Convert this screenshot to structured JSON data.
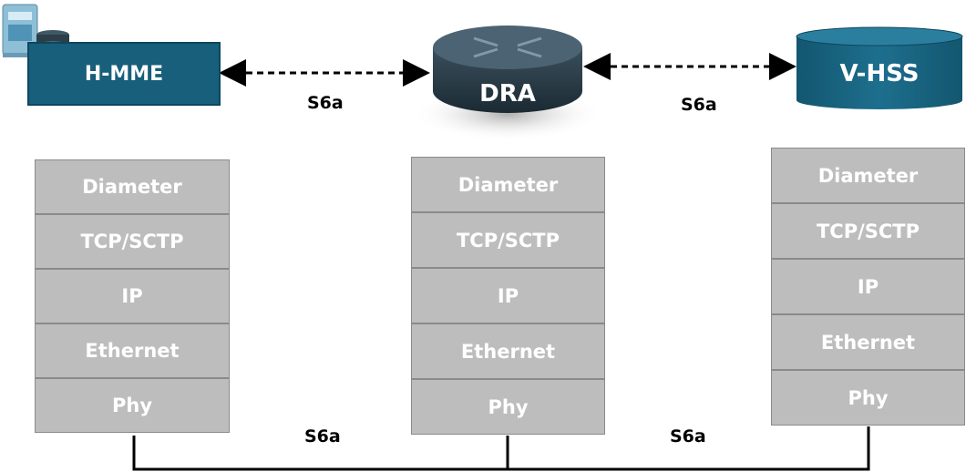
{
  "nodes": {
    "left": "H-MME",
    "center": "DRA",
    "right": "V-HSS"
  },
  "interface_labels": {
    "top_left": "S6a",
    "top_right": "S6a",
    "bottom_left": "S6a",
    "bottom_right": "S6a"
  },
  "stacks": {
    "left": [
      "Diameter",
      "TCP/SCTP",
      "IP",
      "Ethernet",
      "Phy"
    ],
    "center": [
      "Diameter",
      "TCP/SCTP",
      "IP",
      "Ethernet",
      "Phy"
    ],
    "right": [
      "Diameter",
      "TCP/SCTP",
      "IP",
      "Ethernet",
      "Phy"
    ]
  },
  "colors": {
    "node_fill": "#175f7b",
    "layer_fill": "#bdbdbd",
    "text_dark": "#000000",
    "text_light": "#ffffff"
  },
  "icons": [
    "server-database-icon",
    "router-icon",
    "database-cylinder-icon"
  ]
}
